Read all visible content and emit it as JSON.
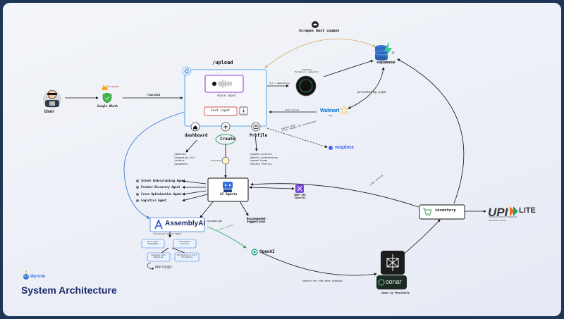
{
  "nodes": {
    "user": "User",
    "firebase": "Firebase",
    "google_oauth": "Google OAuth",
    "success": "/success",
    "upload": "/upload",
    "voice_input": "voice input",
    "text_input": "text input",
    "dashboard": "dashboard",
    "create": "Create",
    "profile": "Profile",
    "scrapes": "Scrapes best coupon",
    "supabase": "supabase",
    "js": "js",
    "supabase_pg": "Supabase\nPostgres + pgvector",
    "processing": "processing pipe",
    "walmart": "Walmart",
    "api": "api",
    "mapbox": "mapbox",
    "ai_agents": "AI Agents",
    "serp": "SERP API\n(Search)",
    "assemblyai": "AssemblyAI",
    "assemblyai_small": "AssemblyAI",
    "universal": "Universal Speech Model",
    "recommended": "Recommended\nSuggestions",
    "openai": "OpenAI",
    "inventory": "inventory",
    "upi_lite": "LITE",
    "upi_sub": "UNIFIED PAYMENTS INTERFACE",
    "upi_sub2": "Near Balanced  10000",
    "sonar": "sonar",
    "sonar_caption": "Sonar by Perplexity",
    "brand": "Wynnie",
    "title": "System Architecture"
  },
  "edges": {
    "stt": "Stt + embeddings",
    "data_stored": "data stored",
    "nearby": "nearby shop\nstore images for coordinates",
    "transcription": "transcription",
    "order_history": "order history",
    "search_best": "search for the best product",
    "executes": "executes"
  },
  "lists": {
    "dashboard_items": [
      "/address",
      "/shopping-list",
      "/orders",
      "/payments"
    ],
    "profile_items": [
      "/update-profile",
      "/modify-preferences",
      "/saved items",
      "/delete Profile"
    ],
    "agents": [
      "Intent Understanding Agent",
      "Product Discovery Agent",
      "Cross Optimization Agent",
      "Logistics Agent"
    ],
    "features": [
      "Word-Level Timestamps",
      "Confidence Scoring",
      "Language Auto-Detection",
      "Punctuation & Text Formatting",
      "Supports 99 major Indian languages"
    ]
  },
  "colors": {
    "accent": "#1b2a6b",
    "blue": "#3a78d8",
    "green": "#2e9e57",
    "walmart": "#0071ce",
    "frame": "#1f3556"
  }
}
